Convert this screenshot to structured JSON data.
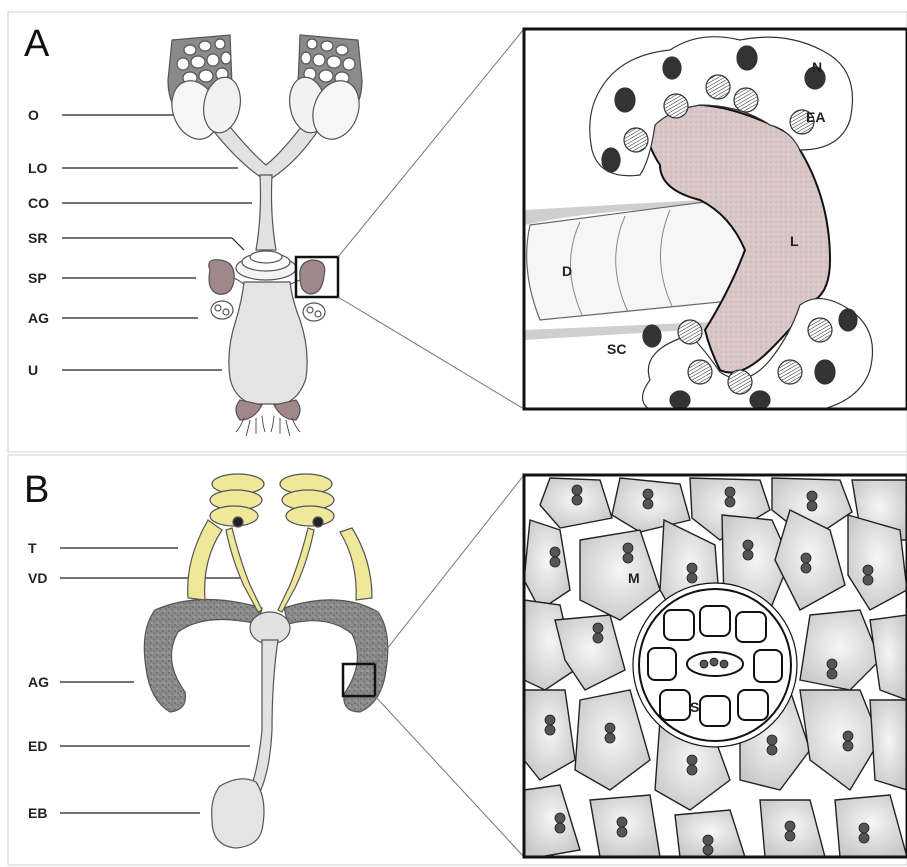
{
  "panels": [
    {
      "letter": "A",
      "labels": [
        "O",
        "LO",
        "CO",
        "SR",
        "SP",
        "AG",
        "U"
      ],
      "inset_labels": [
        "N",
        "EA",
        "L",
        "D",
        "SC"
      ]
    },
    {
      "letter": "B",
      "labels": [
        "T",
        "VD",
        "AG",
        "ED",
        "EB"
      ],
      "inset_labels": [
        "M",
        "S"
      ]
    }
  ],
  "colors": {
    "organ_gray": "#dcdcdc",
    "yellow_testis": "#efe79a",
    "purple_spermatheca": "#a08888",
    "lumen_pink": "#d8c4c4",
    "gland_dark": "#7a7a7a",
    "border": "#111111"
  }
}
